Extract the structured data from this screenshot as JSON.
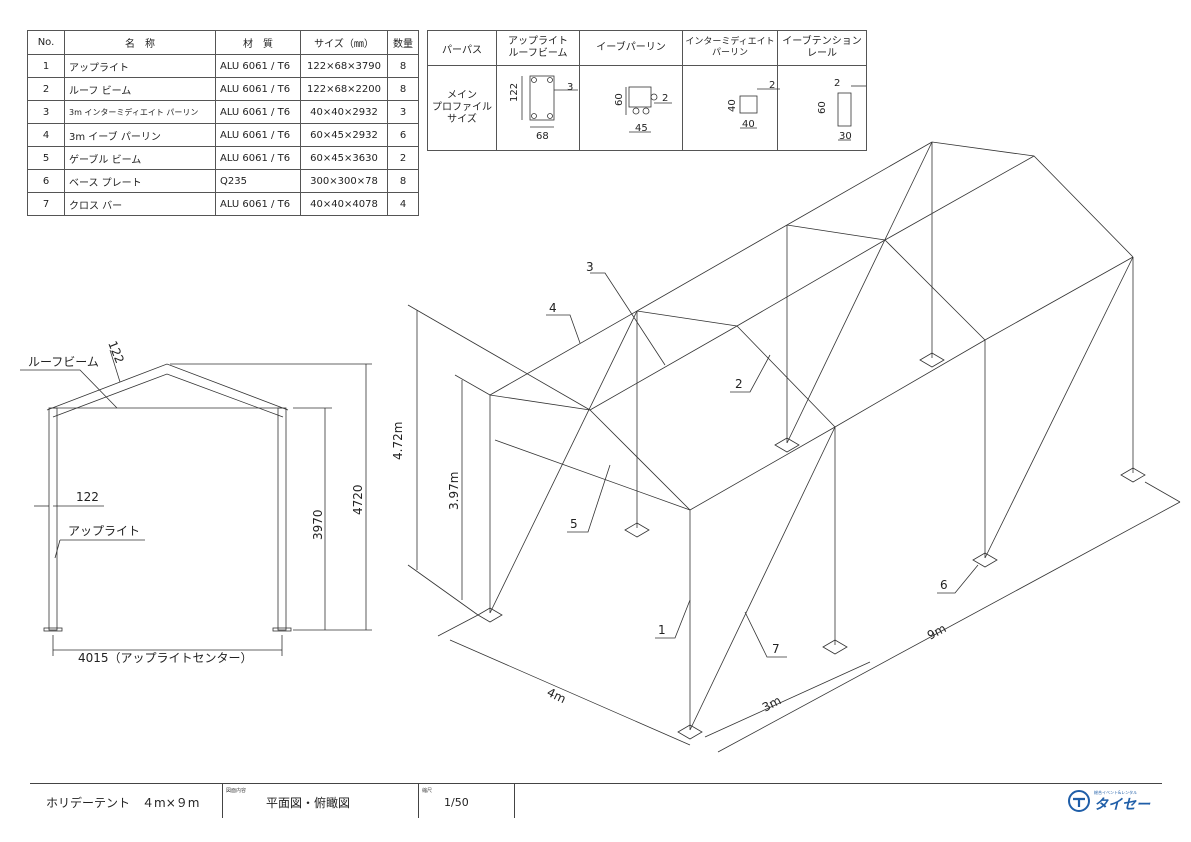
{
  "parts_table": {
    "headers": [
      "No.",
      "名　称",
      "材　質",
      "サイズ（㎜）",
      "数量"
    ],
    "rows": [
      {
        "no": "1",
        "name": "アップライト",
        "material": "ALU 6061 / T6",
        "size": "122×68×3790",
        "qty": "8"
      },
      {
        "no": "2",
        "name": "ルーフ ビーム",
        "material": "ALU 6061 / T6",
        "size": "122×68×2200",
        "qty": "8"
      },
      {
        "no": "3",
        "name": "3m インターミディエイト パーリン",
        "material": "ALU 6061 / T6",
        "size": "40×40×2932",
        "qty": "3"
      },
      {
        "no": "4",
        "name": "3m イーブ パーリン",
        "material": "ALU 6061 / T6",
        "size": "60×45×2932",
        "qty": "6"
      },
      {
        "no": "5",
        "name": "ゲーブル ビーム",
        "material": "ALU 6061 / T6",
        "size": "60×45×3630",
        "qty": "2"
      },
      {
        "no": "6",
        "name": "ベース プレート",
        "material": "Q235",
        "size": "300×300×78",
        "qty": "8"
      },
      {
        "no": "7",
        "name": "クロス バー",
        "material": "ALU 6061 / T6",
        "size": "40×40×4078",
        "qty": "4"
      }
    ]
  },
  "profile_table": {
    "header_label": "パーパス",
    "row_label": "メイン\nプロファイル\nサイズ",
    "columns": [
      {
        "title": "アップライト\nルーフビーム",
        "dims": [
          "122",
          "3",
          "68"
        ]
      },
      {
        "title": "イーブパーリン",
        "dims": [
          "60",
          "2",
          "45"
        ]
      },
      {
        "title": "インターミディエイト\nパーリン",
        "dims": [
          "40",
          "2",
          "40"
        ]
      },
      {
        "title": "イーブテンション\nレール",
        "dims": [
          "60",
          "2",
          "30"
        ]
      }
    ]
  },
  "front_view": {
    "roof_beam_label": "ルーフビーム",
    "upright_label": "アップライト",
    "dim_122_top": "122",
    "dim_122_side": "122",
    "dim_eave": "3970",
    "dim_total": "4720",
    "dim_width": "4015（アップライトセンター）"
  },
  "iso_view": {
    "dim_height_total": "4.72m",
    "dim_height_eave": "3.97m",
    "dim_width": "4m",
    "dim_bay": "3m",
    "dim_length": "9m",
    "callouts": [
      "1",
      "2",
      "3",
      "4",
      "5",
      "6",
      "7"
    ]
  },
  "title_block": {
    "product": "ホリデーテント　４m×９m",
    "content_small": "図面内容",
    "content": "平面図・俯瞰図",
    "scale_small": "縮尺",
    "scale": "1/50",
    "logo_text": "タイセー",
    "logo_sub": "総合イベント&レンタル"
  }
}
